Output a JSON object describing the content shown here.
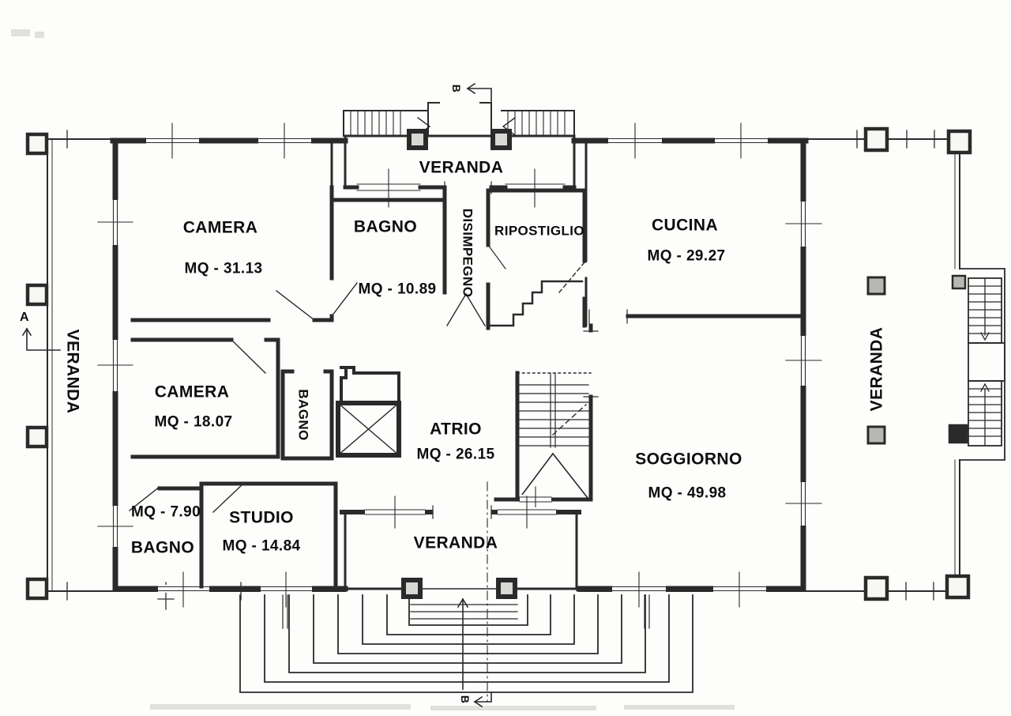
{
  "plan": {
    "type": "residential-floor-plan",
    "language": "Italian",
    "rooms": {
      "veranda_top": {
        "label": "VERANDA"
      },
      "camera1": {
        "label": "CAMERA",
        "area": "MQ - 31.13"
      },
      "bagno1": {
        "label": "BAGNO",
        "area": "MQ - 10.89"
      },
      "disimpegno": {
        "label": "DISIMPEGNO"
      },
      "ripostiglio": {
        "label": "RIPOSTIGLIO"
      },
      "cucina": {
        "label": "CUCINA",
        "area": "MQ - 29.27"
      },
      "camera2": {
        "label": "CAMERA",
        "area": "MQ - 18.07"
      },
      "bagno_corridoio": {
        "label": "BAGNO"
      },
      "atrio": {
        "label": "ATRIO",
        "area": "MQ - 26.15"
      },
      "soggiorno": {
        "label": "SOGGIORNO",
        "area": "MQ - 49.98"
      },
      "bagno2": {
        "label": "BAGNO",
        "area": "MQ - 7.90"
      },
      "studio": {
        "label": "STUDIO",
        "area": "MQ - 14.84"
      },
      "veranda_bottom": {
        "label": "VERANDA"
      },
      "veranda_left": {
        "label": "VERANDA"
      },
      "veranda_right": {
        "label": "VERANDA"
      }
    },
    "markers": {
      "section_a": "A",
      "section_b_top": "B",
      "section_b_bottom": "B"
    },
    "ink_color": "#2a2a2a",
    "paper_color": "#fdfdfb"
  }
}
